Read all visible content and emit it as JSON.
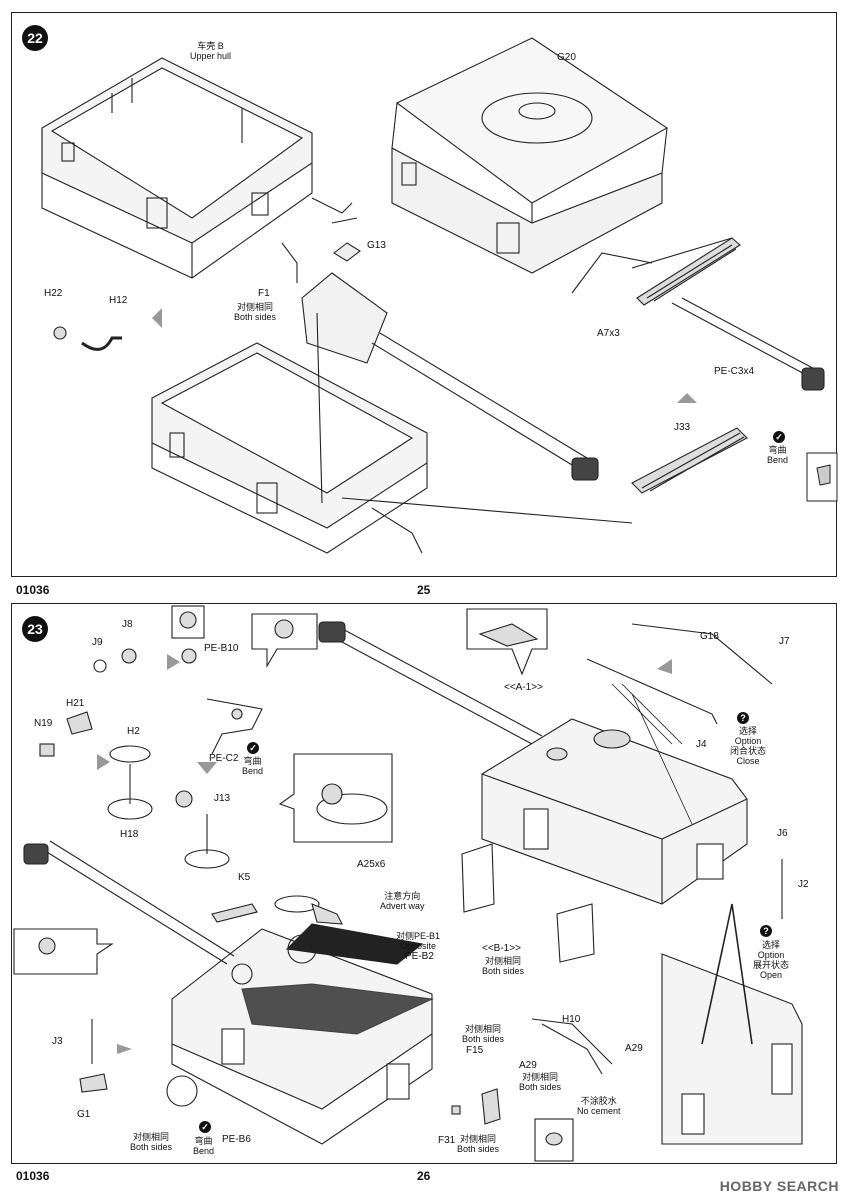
{
  "pages": [
    {
      "step": "22",
      "catalog_no": "01036",
      "page_no": "25",
      "labels": {
        "upper_hull_cn": "车壳 B",
        "upper_hull_en": "Upper hull",
        "g20": "G20",
        "g13": "G13",
        "f1": "F1",
        "both_sides_cn": "对侧相同",
        "both_sides_en": "Both sides",
        "h22": "H22",
        "h12": "H12",
        "a7x3": "A7x3",
        "pe_c3x4": "PE-C3x4",
        "j33": "J33",
        "bend_cn": "弯曲",
        "bend_en": "Bend"
      }
    },
    {
      "step": "23",
      "catalog_no": "01036",
      "page_no": "26",
      "labels": {
        "j9": "J9",
        "j8": "J8",
        "pe_b10": "PE-B10",
        "n19": "N19",
        "h21": "H21",
        "h2": "H2",
        "h18": "H18",
        "pe_c2": "PE-C2",
        "bend_cn": "弯曲",
        "bend_en": "Bend",
        "j13": "J13",
        "a1": "<<A-1>>",
        "g18": "G18",
        "j7": "J7",
        "j4": "J4",
        "option_cn": "选择",
        "option_en": "Option",
        "close_cn": "闭合状态",
        "close_en": "Close",
        "open_cn": "展开状态",
        "open_en": "Open",
        "j6": "J6",
        "j2": "J2",
        "k5": "K5",
        "a25x6": "A25x6",
        "advert_cn": "注意方向",
        "advert_en": "Advert way",
        "pe_b1_cn": "对侧PE-B1",
        "pe_b1_en": "Opposite",
        "pe_b2": "PE-B2",
        "b1": "<<B-1>>",
        "both_sides_cn": "对侧相同",
        "both_sides_en": "Both sides",
        "j3": "J3",
        "g1": "G1",
        "h10": "H10",
        "a29_left": "A29",
        "a29_right": "A29",
        "no_cement_cn": "不涂胶水",
        "no_cement_en": "No cement",
        "f15": "F15",
        "f31": "F31",
        "pe_b6": "PE-B6"
      }
    }
  ],
  "watermark": "HOBBY SEARCH"
}
